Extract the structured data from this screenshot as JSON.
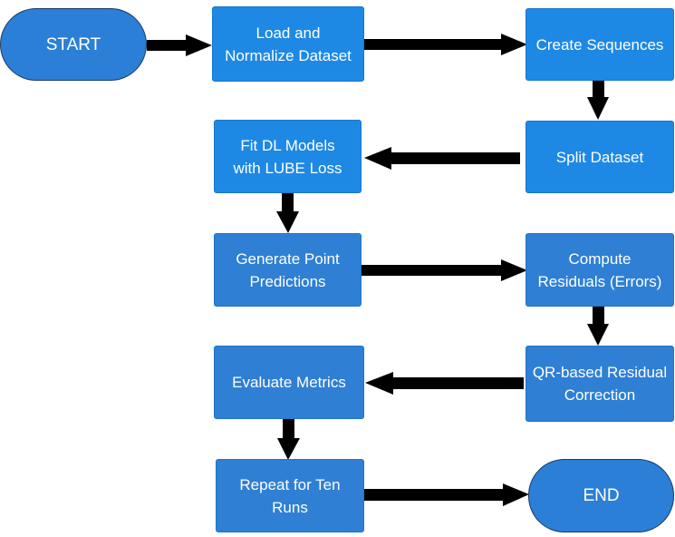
{
  "colors": {
    "process_fill": "#1e88e5",
    "terminator_fill": "#2b7fd6",
    "arrow": "#000000",
    "text": "#ffffff"
  },
  "nodes": {
    "start": "START",
    "load": "Load and\nNormalize Dataset",
    "sequences": "Create Sequences",
    "split": "Split Dataset",
    "fit": "Fit DL Models\nwith LUBE Loss",
    "generate": "Generate Point\nPredictions",
    "residuals": "Compute\nResiduals (Errors)",
    "qr": "QR-based Residual\nCorrection",
    "evaluate": "Evaluate Metrics",
    "repeat": "Repeat for Ten\nRuns",
    "end": "END"
  },
  "edges": [
    [
      "start",
      "load"
    ],
    [
      "load",
      "sequences"
    ],
    [
      "sequences",
      "split"
    ],
    [
      "split",
      "fit"
    ],
    [
      "fit",
      "generate"
    ],
    [
      "generate",
      "residuals"
    ],
    [
      "residuals",
      "qr"
    ],
    [
      "qr",
      "evaluate"
    ],
    [
      "evaluate",
      "repeat"
    ],
    [
      "repeat",
      "end"
    ]
  ]
}
